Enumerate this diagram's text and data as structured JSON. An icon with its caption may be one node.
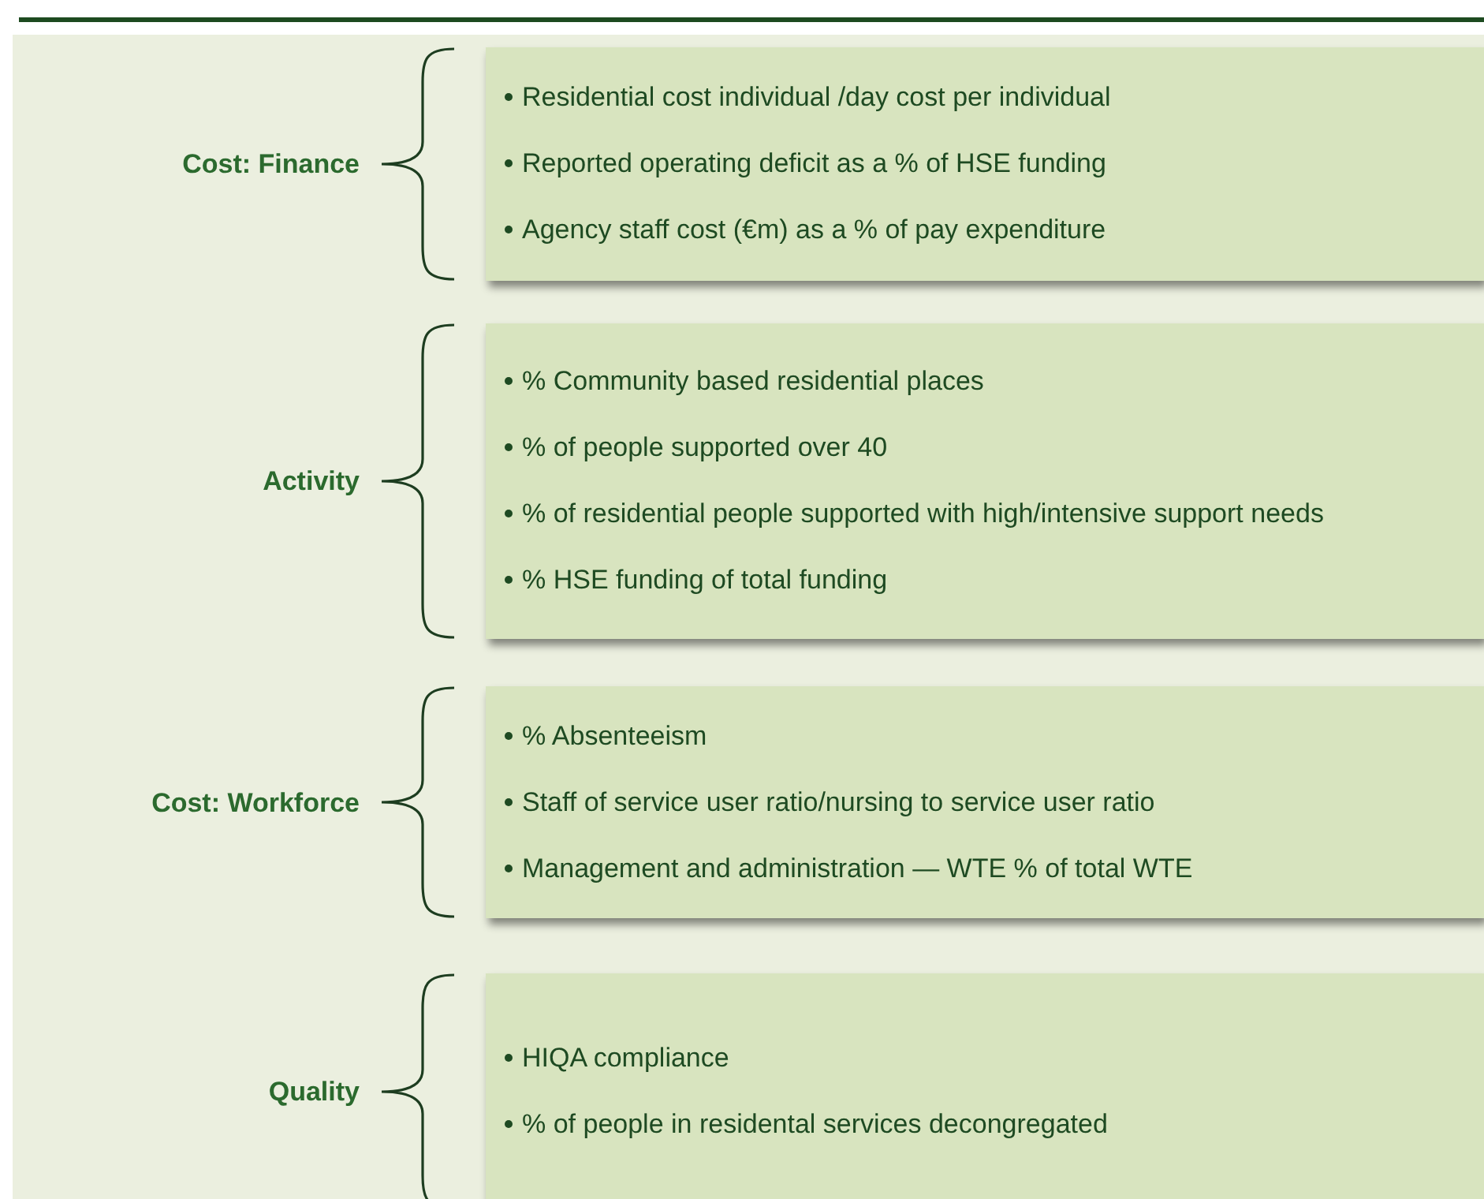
{
  "diagram": {
    "nodes": [
      {
        "text": [
          "Cost: Finance",
          "Residential cost individual /day cost per individual",
          "Reported operating deficit as a % of HSE funding",
          "Agency staff cost (€m) as a % of pay expenditure"
        ]
      },
      {
        "text": [
          "Activity",
          "% Community based residential places",
          "% of people supported over 40",
          "% of residential people supported with high/intensive support needs",
          "% HSE funding of total funding"
        ]
      },
      {
        "text": [
          "Cost: Workforce",
          "% Absenteeism",
          "Staff of service user ratio/nursing to service user ratio",
          "Management and administration — WTE % of total WTE"
        ]
      },
      {
        "text": [
          "Quality",
          "HIQA compliance",
          "% of people in residental services decongregated"
        ]
      }
    ]
  }
}
